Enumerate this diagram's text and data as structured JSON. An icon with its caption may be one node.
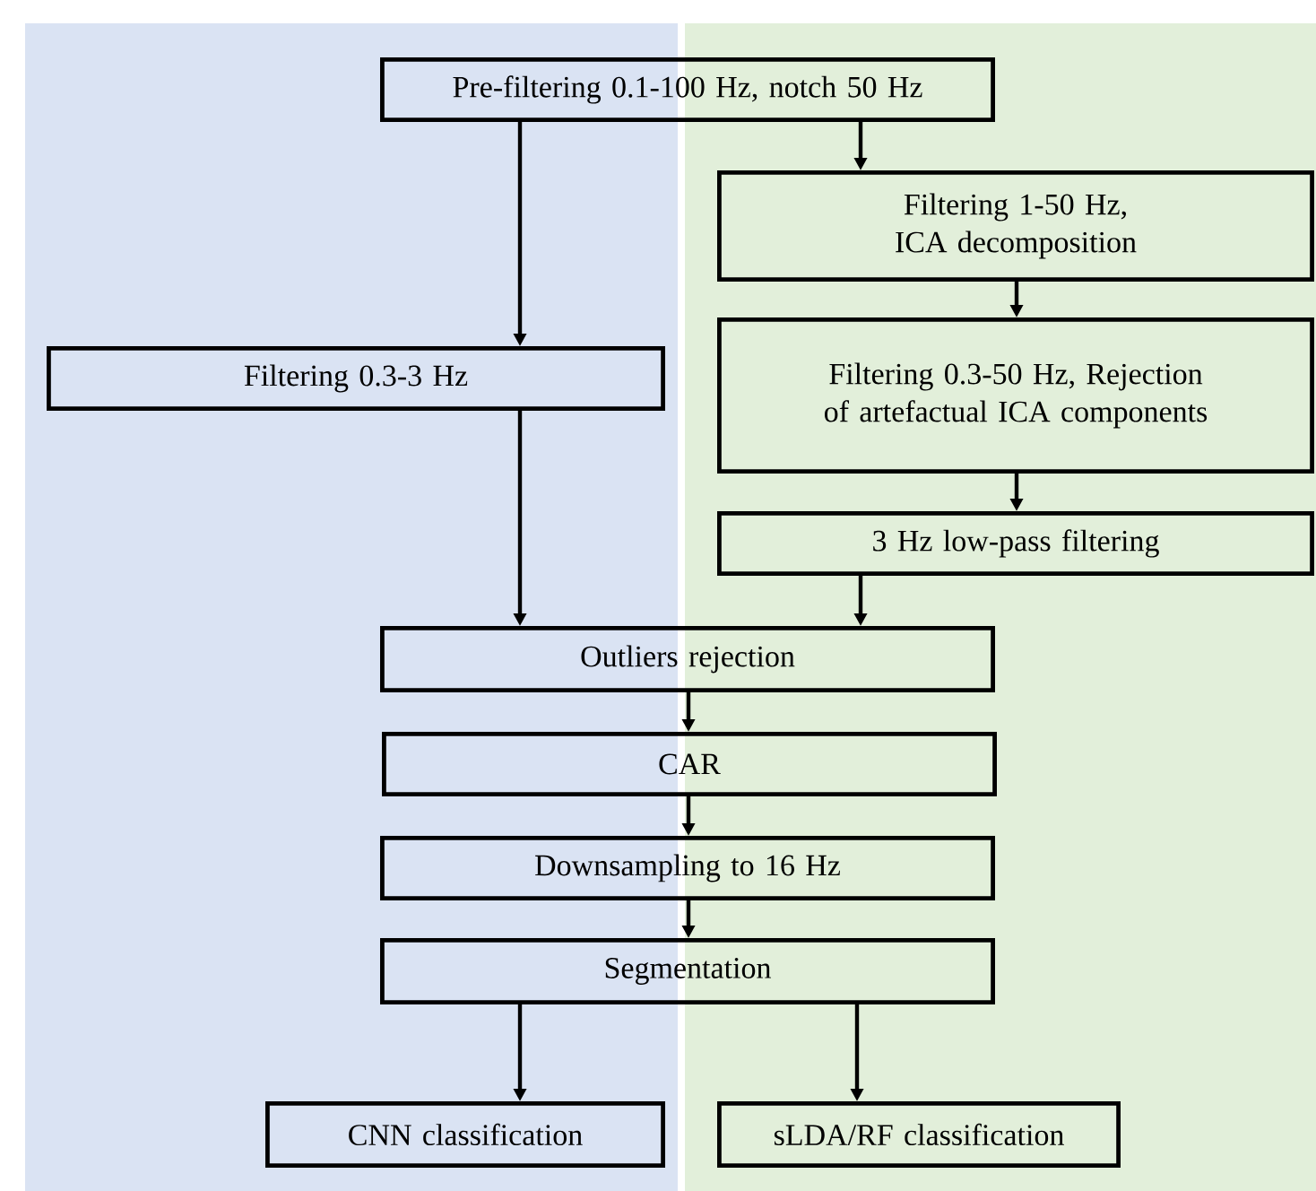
{
  "diagram": {
    "nodes": [
      {
        "text": [
          "Pre-filtering 0.1-100 Hz, notch 50 Hz"
        ]
      },
      {
        "text": [
          "Filtering 1-50 Hz, ICA decomposition"
        ]
      },
      {
        "text": [
          "Filtering 0.3-50 Hz, Rejection of artefactual ICA components"
        ]
      },
      {
        "text": [
          "Filtering 0.3-3 Hz"
        ]
      },
      {
        "text": [
          "3 Hz low-pass filtering"
        ]
      },
      {
        "text": [
          "Outliers rejection"
        ]
      },
      {
        "text": [
          "CAR"
        ]
      },
      {
        "text": [
          "Downsampling to 16 Hz"
        ]
      },
      {
        "text": [
          "Segmentation"
        ]
      },
      {
        "text": [
          "CNN classification"
        ]
      },
      {
        "text": [
          "sLDA/RF classification"
        ]
      }
    ],
    "edges": [
      {
        "from": 0,
        "to": 1,
        "arrow": "to"
      },
      {
        "from": 0,
        "to": 3,
        "arrow": "to"
      },
      {
        "from": 1,
        "to": 2,
        "arrow": "to"
      },
      {
        "from": 2,
        "to": 4,
        "arrow": "to"
      },
      {
        "from": 3,
        "to": 5,
        "arrow": "to"
      },
      {
        "from": 4,
        "to": 5,
        "arrow": "to"
      },
      {
        "from": 5,
        "to": 6,
        "arrow": "to"
      },
      {
        "from": 6,
        "to": 7,
        "arrow": "to"
      },
      {
        "from": 7,
        "to": 8,
        "arrow": "to"
      },
      {
        "from": 8,
        "to": 9,
        "arrow": "to"
      },
      {
        "from": 8,
        "to": 10,
        "arrow": "to"
      }
    ]
  }
}
